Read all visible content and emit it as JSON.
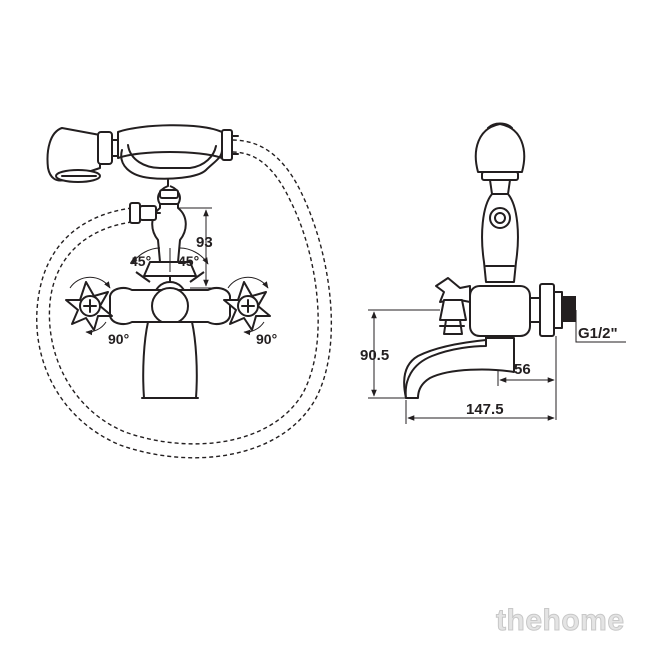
{
  "labels": {
    "height_top": "93",
    "angle_left": "45°",
    "angle_right": "45°",
    "rotation_left": "90°",
    "rotation_right": "90°",
    "height_side": "90.5",
    "spout_short": "56",
    "spout_long": "147.5",
    "thread": "G1/2\""
  },
  "watermark": "thehome",
  "colors": {
    "line": "#231f20",
    "watermark": "#c8c8c8"
  }
}
